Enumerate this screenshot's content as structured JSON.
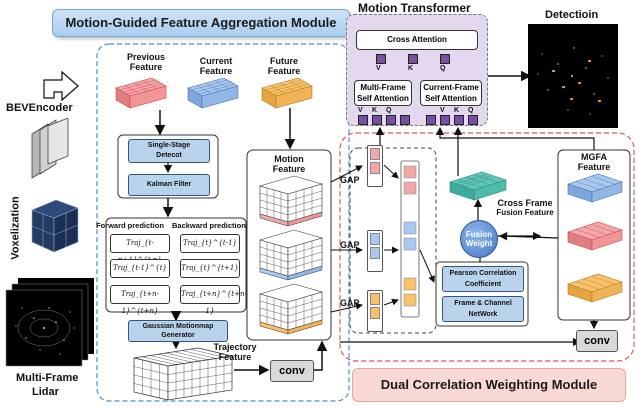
{
  "titles": {
    "mgfa_module": "Motion-Guided Feature Aggregation Module",
    "motion_transformer": "Motion Transformer",
    "detection": "Detectioin",
    "dcwm": "Dual Correlation Weighting Module"
  },
  "left": {
    "bev_encoder": "BEVEncoder",
    "voxelization": "Voxelization",
    "lidar_line1": "Multi-Frame",
    "lidar_line2": "Lidar"
  },
  "features": {
    "previous": [
      "Previous",
      "Feature"
    ],
    "current": [
      "Current",
      "Feature"
    ],
    "future": [
      "Future",
      "Feature"
    ]
  },
  "pipeline": {
    "detector": [
      "Single-Stage",
      "Detecot"
    ],
    "kalman": "Kalman Filter",
    "forward": "Forward prediction",
    "backward": "Backward prediction",
    "traj_forward": [
      "Traj_{t-n+1}^{t-n}",
      "Traj_{t-1}^{t}",
      "Traj_{t+n-1}^{t+n}"
    ],
    "traj_backward": [
      "Traj_{t}^{t-1}",
      "Traj_{t}^{t+1}",
      "Traj_{t+n}^{t+n-1}"
    ],
    "gaussian": [
      "Gaussian Motionmap",
      "Generator"
    ],
    "trajectory_feature": [
      "Trajectory",
      "Feature"
    ],
    "conv": "conv"
  },
  "motion_feature": [
    "Motion",
    "Feature"
  ],
  "transformer": {
    "cross_attention": "Cross Attention",
    "multi_frame_sa": [
      "Multi-Frame",
      "Self Attention"
    ],
    "current_frame_sa": [
      "Current-Frame",
      "Self Attention"
    ],
    "v": "V",
    "k": "K",
    "q": "Q"
  },
  "dcwm": {
    "gap": "GAP",
    "cross_frame": [
      "Cross Frame",
      "Fusion Feature"
    ],
    "fusion_weight": [
      "Fusion",
      "Weight"
    ],
    "pearson": [
      "Pearson Correlation",
      "Coefficient"
    ],
    "frame_channel": [
      "Frame & Channel",
      "NetWork"
    ],
    "mgfa_feature": [
      "MGFA",
      "Feature"
    ],
    "conv": "conv"
  },
  "colors": {
    "red_grid": "#f4a7a7",
    "blue_grid": "#a9c8ef",
    "orange_grid": "#f7c26b",
    "teal_grid": "#5fc8b8",
    "purple": "#7a4fa3",
    "dashed_blue": "#4a8fd6",
    "dashed_red": "#e05555"
  }
}
